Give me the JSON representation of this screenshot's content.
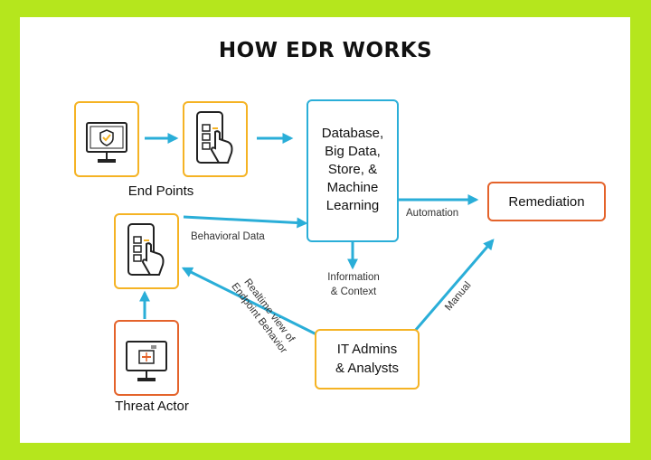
{
  "title": "HOW EDR WORKS",
  "nodes": {
    "end_points": {
      "label": "End Points"
    },
    "threat_actor": {
      "label": "Threat Actor"
    },
    "database": {
      "label": "Database,\nBig Data,\nStore, &\nMachine\nLearning"
    },
    "remediation": {
      "label": "Remediation"
    },
    "it_admins": {
      "label": "IT Admins\n& Analysts"
    }
  },
  "edges": {
    "automation": "Automation",
    "behavioral_data": "Behavioral Data",
    "information_context": "Information\n& Context",
    "realtime_view": "Realtime view of\nEndpoint Behavior",
    "manual": "Manual"
  },
  "colors": {
    "accent_green": "#b5e61d",
    "arrow": "#2aaed8",
    "box_orange": "#f5b324",
    "box_teal": "#2aaed8",
    "box_red": "#e4632b"
  },
  "icons": [
    "monitor-shield-icon",
    "phone-tap-icon",
    "phone-tap-icon",
    "monitor-chip-icon"
  ]
}
